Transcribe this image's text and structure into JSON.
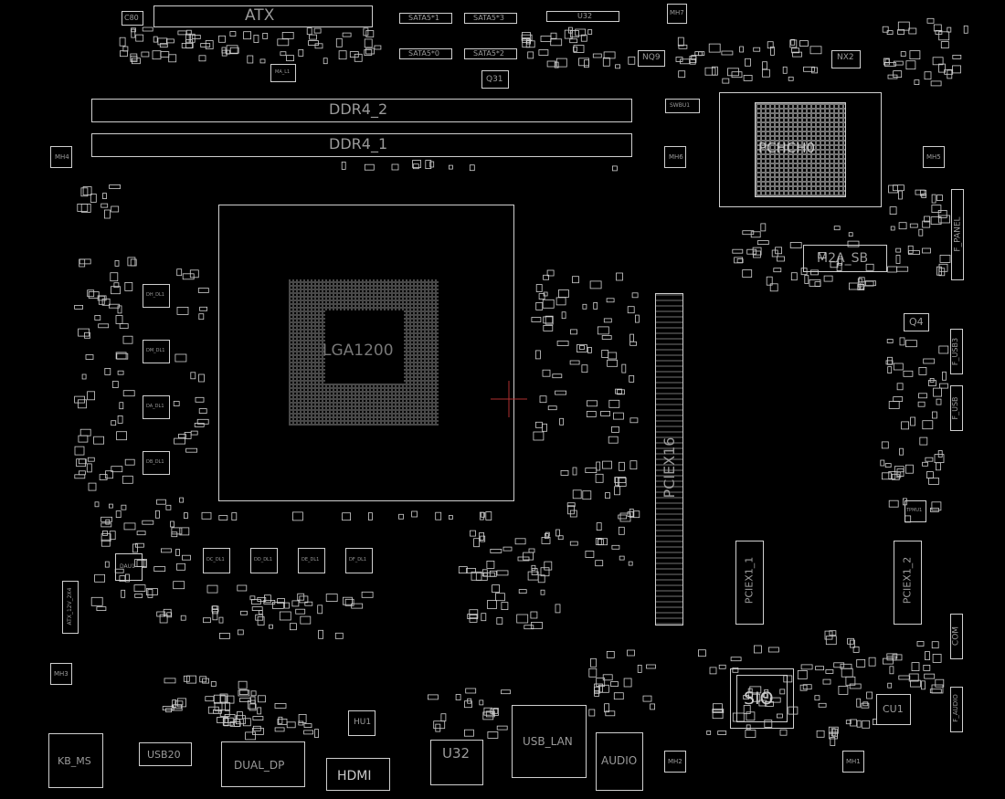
{
  "board": {
    "background": "#000000",
    "outline_color": "#cfcfcf",
    "label_color": "#9a9a9a",
    "marker_color": "#b03030",
    "labels": {
      "atx": "ATX",
      "c80": "C80",
      "sata_1": "SATA5*1",
      "sata_3": "SATA5*3",
      "sata_0": "SATA5*0",
      "sata_2": "SATA5*2",
      "u32_top": "U32",
      "mh7": "MH7",
      "nq9": "NQ9",
      "nx2": "NX2",
      "q31": "Q31",
      "ddr4_2": "DDR4_2",
      "ddr4_1": "DDR4_1",
      "pchc": "PCHCH0",
      "mh4": "MH4",
      "mh6": "MH6",
      "mh5": "MH5",
      "cpu_socket": "LGA1200",
      "m2a": "M2A_SB",
      "f_panel": "F_PANEL",
      "q4": "Q4",
      "f_usb3": "F_USB3",
      "f_usb": "F_USB",
      "pciex16": "PCIEX16",
      "pciex1_1": "PCIEX1_1",
      "pciex1_2": "PCIEX1_2",
      "atx12v": "ATX_12V_2X4",
      "mh3": "MH3",
      "com": "COM",
      "sio": "SIO",
      "cu1": "CU1",
      "f_audio": "F_AUDIO",
      "kb_ms": "KB_MS",
      "usb20": "USB20",
      "dual_dp": "DUAL_DP",
      "hdmi": "HDMI",
      "hu1": "HU1",
      "u32_bottom": "U32",
      "usb_lan": "USB_LAN",
      "audio": "AUDIO",
      "mh2": "MH2",
      "mh1": "MH1",
      "da_l1": "DA_DL1",
      "db_l1": "DB_DL1",
      "dc_l1": "DC_DL1",
      "dd_l1": "DD_DL1",
      "de_l1": "DE_DL1",
      "df_l1": "DF_DL1",
      "dh_l1": "DH_DL1",
      "dm_l1": "DM_DL1",
      "dau1": "DAU1",
      "ma_l1": "MA_L1",
      "swbu1": "SWBU1",
      "tpm": "TPMU1"
    }
  }
}
